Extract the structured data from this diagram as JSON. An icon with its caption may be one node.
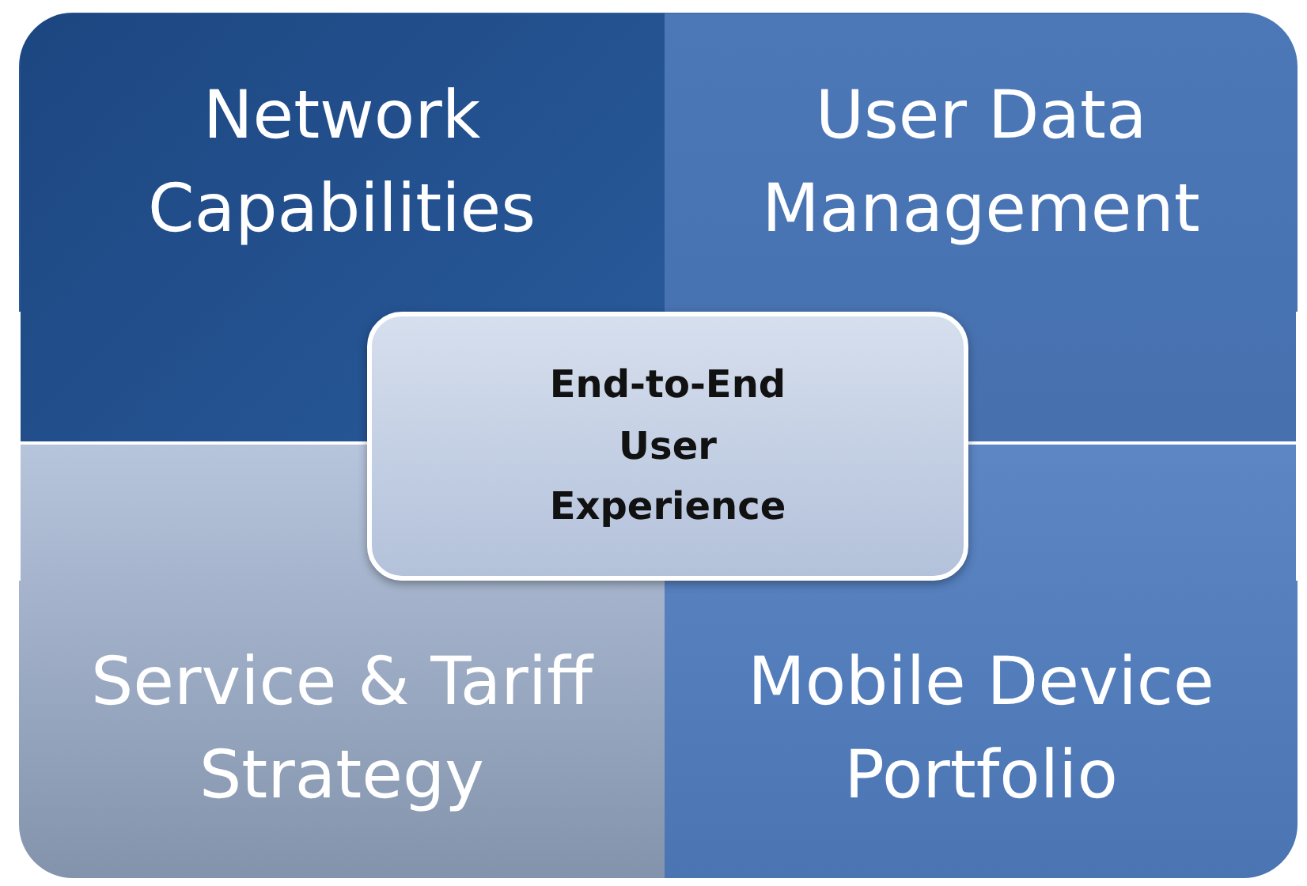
{
  "diagram": {
    "nodes": [
      {
        "text": [
          "Network Capabilities"
        ]
      },
      {
        "text": [
          "User Data Management"
        ]
      },
      {
        "text": [
          "Service & Tariff Strategy"
        ]
      },
      {
        "text": [
          "Mobile Device Portfolio"
        ]
      },
      {
        "text": [
          "End-to-End User Experience"
        ]
      }
    ]
  }
}
